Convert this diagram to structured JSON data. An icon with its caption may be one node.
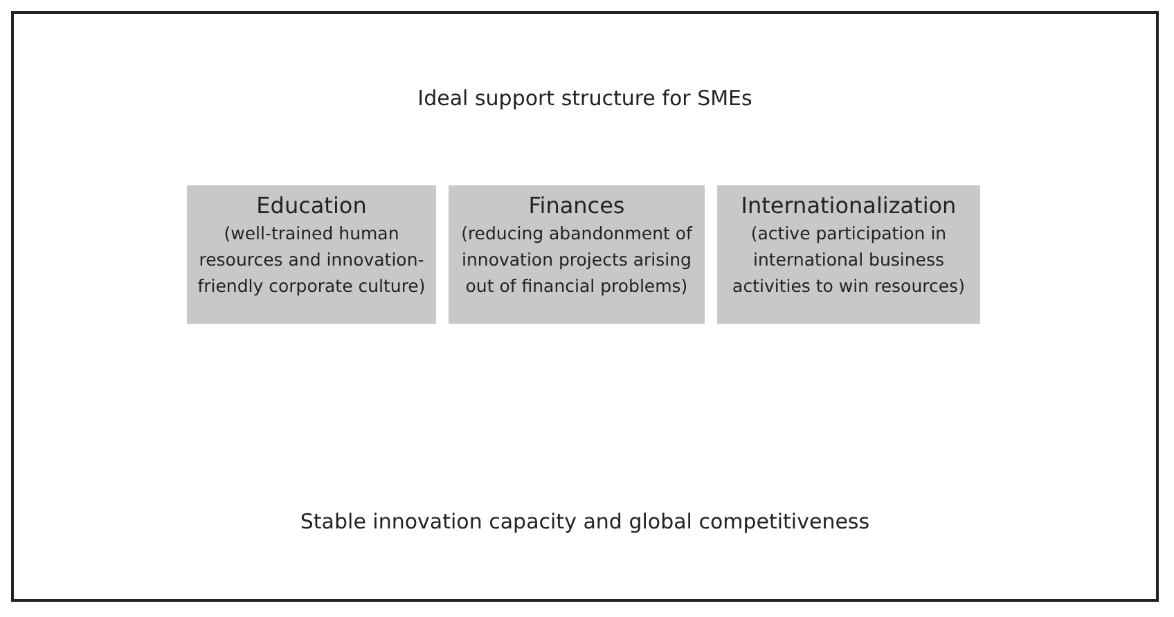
{
  "diagram": {
    "nodes": [
      {
        "text": [
          "Ideal support structure for SMEs",
          "Stable innovation capacity and global competitiveness"
        ]
      },
      {
        "text": [
          "Education",
          "(well-trained human resources and innovation-friendly corporate culture)"
        ],
        "in": 0
      },
      {
        "text": [
          "Finances",
          "(reducing abandonment of innovation projects arising out of financial problems)"
        ],
        "in": 0
      },
      {
        "text": [
          "Internationalization",
          "(active participation in international business activities to win resources)"
        ],
        "in": 0
      }
    ]
  }
}
